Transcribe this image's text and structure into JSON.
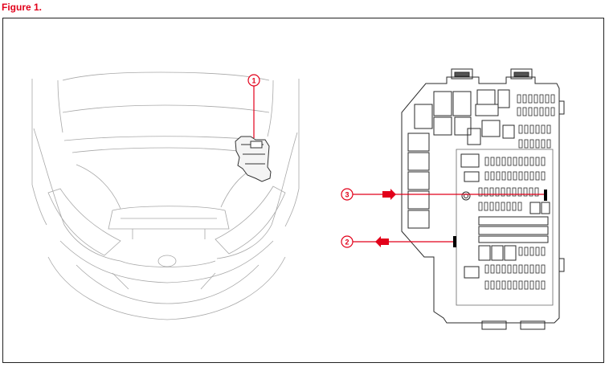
{
  "figure": {
    "title": "Figure 1."
  },
  "callouts": [
    {
      "label": "1"
    },
    {
      "label": "2"
    },
    {
      "label": "3"
    }
  ],
  "colors": {
    "accent": "#e2001a",
    "line_art": "#9a9a9a",
    "component": "#333333"
  }
}
